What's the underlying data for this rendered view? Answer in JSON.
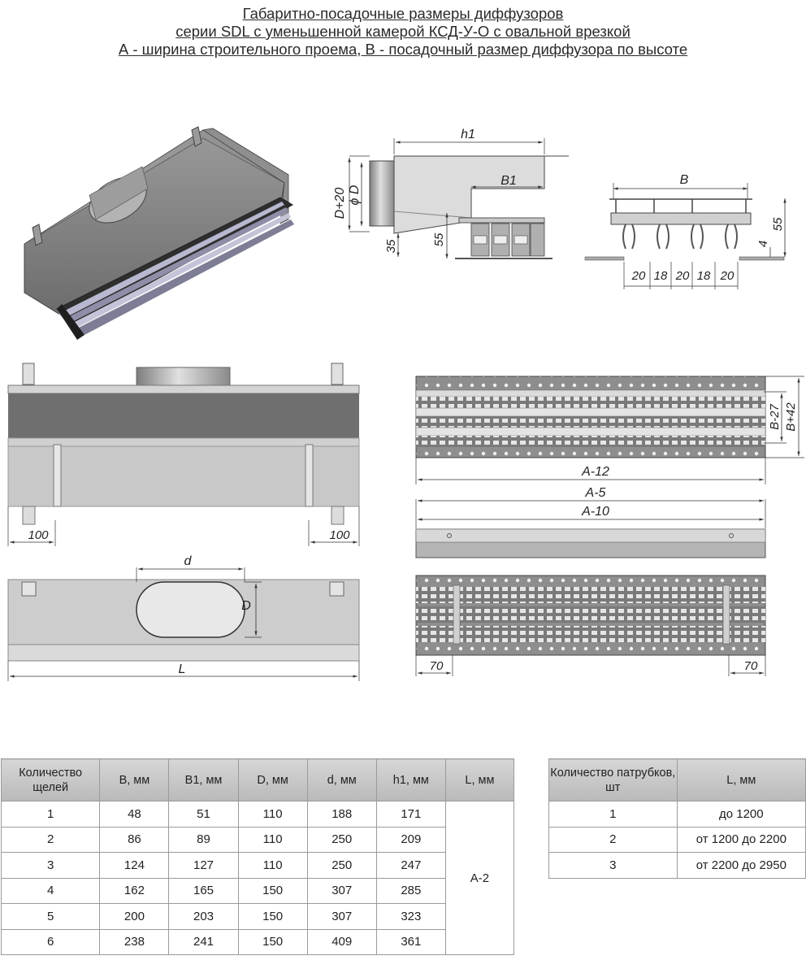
{
  "title": {
    "line1": "Габаритно-посадочные размеры диффузоров",
    "line2": "серии SDL с уменьшенной камерой КСД-У-О с овальной врезкой",
    "line3": "А - ширина строительного проема, В - посадочный размер диффузора по высоте"
  },
  "dims": {
    "h1": "h1",
    "b1": "B1",
    "d20": "D+20",
    "phiD": "ϕ D",
    "d35": "35",
    "d55a": "55",
    "B": "B",
    "d55b": "55",
    "d4": "4",
    "s20a": "20",
    "s18a": "18",
    "s20b": "20",
    "s18b": "18",
    "s20c": "20",
    "left100": "100",
    "right100": "100",
    "b27": "B-27",
    "b42": "B+42",
    "a12": "A-12",
    "a5": "A-5",
    "a10": "A-10",
    "d": "d",
    "D": "D",
    "L": "L",
    "l70": "70",
    "r70": "70"
  },
  "table1": {
    "headers": [
      "Количество щелей",
      "B, мм",
      "B1, мм",
      "D, мм",
      "d, мм",
      "h1, мм",
      "L, мм"
    ],
    "rows": [
      [
        "1",
        "48",
        "51",
        "110",
        "188",
        "171"
      ],
      [
        "2",
        "86",
        "89",
        "110",
        "250",
        "209"
      ],
      [
        "3",
        "124",
        "127",
        "110",
        "250",
        "247"
      ],
      [
        "4",
        "162",
        "165",
        "150",
        "307",
        "285"
      ],
      [
        "5",
        "200",
        "203",
        "150",
        "307",
        "323"
      ],
      [
        "6",
        "238",
        "241",
        "150",
        "409",
        "361"
      ]
    ],
    "merged_L": "A-2"
  },
  "table2": {
    "headers": [
      "Количество патрубков, шт",
      "L, мм"
    ],
    "rows": [
      [
        "1",
        "до 1200"
      ],
      [
        "2",
        "от 1200 до 2200"
      ],
      [
        "3",
        "от 2200 до 2950"
      ]
    ]
  }
}
